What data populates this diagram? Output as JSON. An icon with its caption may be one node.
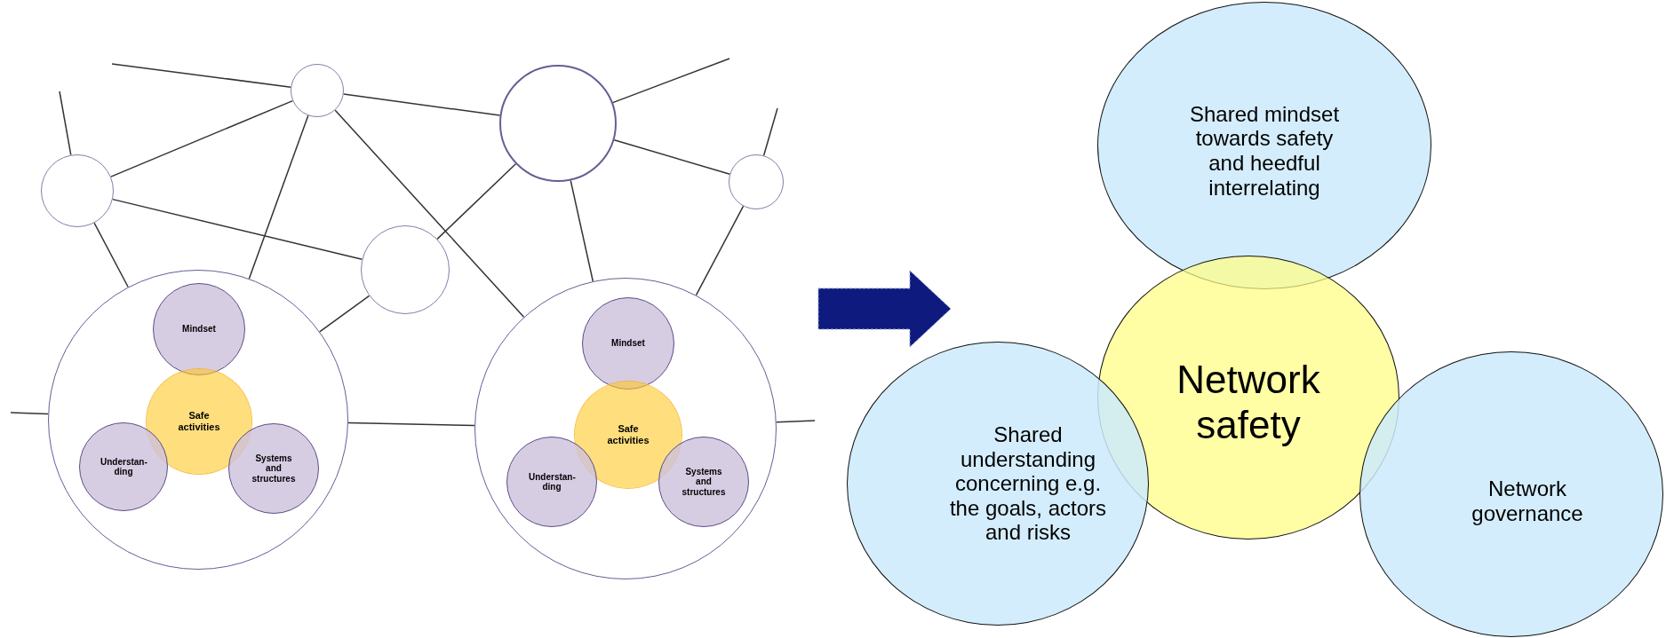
{
  "diagram": {
    "nodes": [
      {
        "text": [],
        "shape": "circle"
      },
      {
        "text": [],
        "shape": "circle"
      },
      {
        "text": [],
        "shape": "circle"
      },
      {
        "text": [],
        "shape": "circle"
      },
      {
        "text": [],
        "shape": "circle"
      },
      {
        "text": [],
        "shape": "circle"
      },
      {
        "text": [
          "Mindset"
        ],
        "in": 5
      },
      {
        "text": [
          "Safe activities"
        ],
        "in": 5
      },
      {
        "text": [
          "Understan-ding"
        ],
        "in": 5
      },
      {
        "text": [
          "Systems and structures"
        ],
        "in": 5
      },
      {
        "text": [],
        "shape": "circle"
      },
      {
        "text": [
          "Mindset"
        ],
        "in": 10
      },
      {
        "text": [
          "Safe activities"
        ],
        "in": 10
      },
      {
        "text": [
          "Understan-ding"
        ],
        "in": 10
      },
      {
        "text": [
          "Systems and structures"
        ],
        "in": 10
      },
      {
        "text": [
          "Shared mindset towards safety and heedful interrelating"
        ]
      },
      {
        "text": [
          "Network safety"
        ]
      },
      {
        "text": [
          "Shared understanding concerning e.g. the goals, actors and risks"
        ]
      },
      {
        "text": [
          "Network governance"
        ]
      }
    ],
    "edges": [
      {
        "from": null,
        "to": 0,
        "arrow": "none"
      },
      {
        "from": null,
        "to": 2,
        "arrow": "none"
      },
      {
        "from": 2,
        "to": 0,
        "arrow": "none"
      },
      {
        "from": 0,
        "to": 1,
        "arrow": "none"
      },
      {
        "from": 0,
        "to": 5,
        "arrow": "none"
      },
      {
        "from": 0,
        "to": 10,
        "arrow": "none"
      },
      {
        "from": 2,
        "to": 4,
        "arrow": "none"
      },
      {
        "from": 2,
        "to": 5,
        "arrow": "none"
      },
      {
        "from": 1,
        "to": null,
        "arrow": "none"
      },
      {
        "from": 1,
        "to": 3,
        "arrow": "none"
      },
      {
        "from": 1,
        "to": 10,
        "arrow": "none"
      },
      {
        "from": 3,
        "to": null,
        "arrow": "none"
      },
      {
        "from": 3,
        "to": 10,
        "arrow": "none"
      },
      {
        "from": 4,
        "to": 1,
        "arrow": "none"
      },
      {
        "from": 4,
        "to": 5,
        "arrow": "none"
      },
      {
        "from": 5,
        "to": 10,
        "arrow": "none"
      },
      {
        "from": null,
        "to": 5,
        "arrow": "none"
      },
      {
        "from": 10,
        "to": null,
        "arrow": "none"
      },
      {
        "from": 10,
        "to": 17,
        "arrow": "to",
        "style": "thick",
        "color": "#0f1a7e"
      }
    ]
  }
}
